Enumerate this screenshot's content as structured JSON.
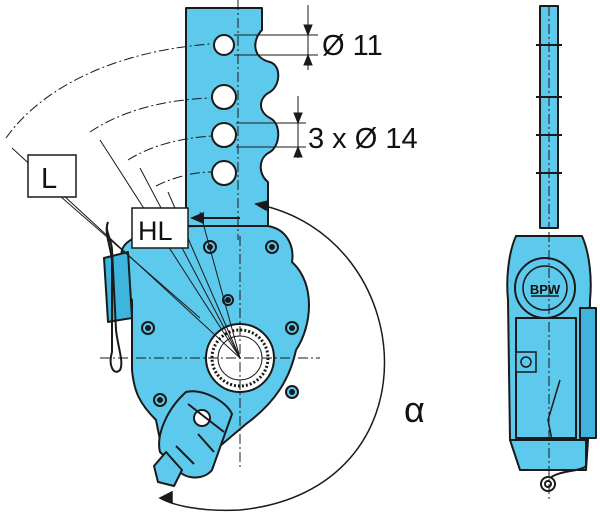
{
  "labels": {
    "hole_small": "Ø 11",
    "holes_large": "3 x Ø 14",
    "l_box": "L",
    "hl_box": "HL",
    "alpha": "α",
    "logo": "BPW"
  },
  "colors": {
    "part_fill": "#5dc9ec",
    "part_fill_dark": "#3fb4dd",
    "outline": "#1a1a1a",
    "background": "#ffffff"
  }
}
